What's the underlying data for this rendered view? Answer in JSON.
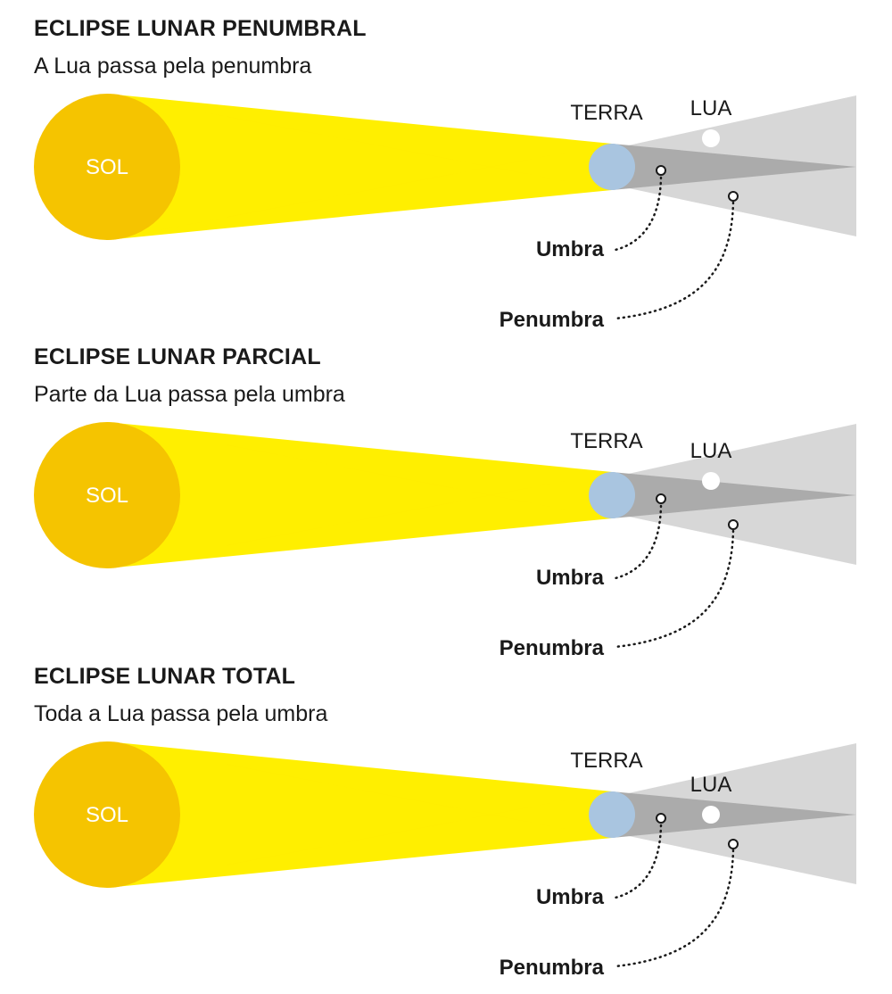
{
  "colors": {
    "sun": "#F5C400",
    "sun_edge": "#F2B800",
    "light_beam": "#FFEF00",
    "light_beam_inner": "#FFD800",
    "earth": "#A9C5E0",
    "penumbra": "#D7D7D7",
    "umbra": "#ABABAB",
    "moon": "#FFFFFF",
    "text": "#1A1A1A"
  },
  "panels": [
    {
      "id": "penumbral",
      "title": "ECLIPSE LUNAR PENUMBRAL",
      "subtitle": "A Lua passa pela penumbra",
      "moon_position": "penumbra",
      "labels": {
        "sun": "SOL",
        "earth": "TERRA",
        "moon": "LUA",
        "umbra": "Umbra",
        "penumbra": "Penumbra"
      }
    },
    {
      "id": "partial",
      "title": "ECLIPSE LUNAR PARCIAL",
      "subtitle": "Parte da Lua passa pela umbra",
      "moon_position": "partial-umbra",
      "labels": {
        "sun": "SOL",
        "earth": "TERRA",
        "moon": "LUA",
        "umbra": "Umbra",
        "penumbra": "Penumbra"
      }
    },
    {
      "id": "total",
      "title": "ECLIPSE LUNAR TOTAL",
      "subtitle": "Toda a Lua passa pela umbra",
      "moon_position": "umbra",
      "labels": {
        "sun": "SOL",
        "earth": "TERRA",
        "moon": "LUA",
        "umbra": "Umbra",
        "penumbra": "Penumbra"
      }
    }
  ]
}
